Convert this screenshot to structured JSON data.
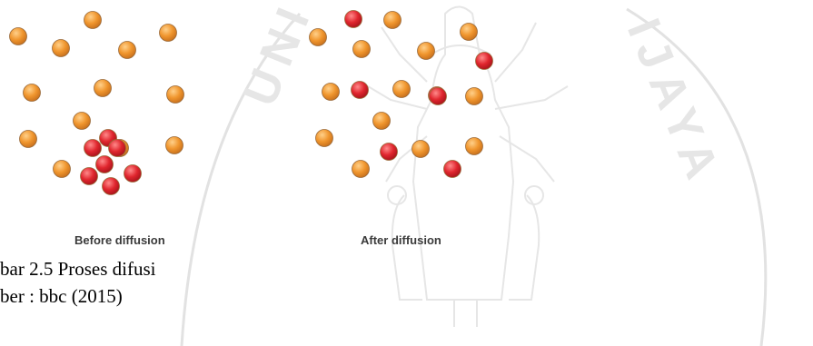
{
  "panels": [
    {
      "label": "Before diffusion",
      "particles": [
        {
          "type": "solvent"
        },
        {
          "type": "solvent"
        },
        {
          "type": "solvent"
        },
        {
          "type": "solvent"
        },
        {
          "type": "solvent"
        },
        {
          "type": "solvent"
        },
        {
          "type": "solvent"
        },
        {
          "type": "solvent"
        },
        {
          "type": "solvent"
        },
        {
          "type": "solvent"
        },
        {
          "type": "solvent"
        },
        {
          "type": "solvent"
        },
        {
          "type": "solvent"
        },
        {
          "type": "solute"
        },
        {
          "type": "solute"
        },
        {
          "type": "solute"
        },
        {
          "type": "solute"
        },
        {
          "type": "solute"
        },
        {
          "type": "solute"
        },
        {
          "type": "solute"
        }
      ]
    },
    {
      "label": "After diffusion",
      "particles": [
        {
          "type": "solvent"
        },
        {
          "type": "solvent"
        },
        {
          "type": "solvent"
        },
        {
          "type": "solvent"
        },
        {
          "type": "solvent"
        },
        {
          "type": "solvent"
        },
        {
          "type": "solvent"
        },
        {
          "type": "solvent"
        },
        {
          "type": "solvent"
        },
        {
          "type": "solvent"
        },
        {
          "type": "solvent"
        },
        {
          "type": "solvent"
        },
        {
          "type": "solvent"
        },
        {
          "type": "solute"
        },
        {
          "type": "solute"
        },
        {
          "type": "solute"
        },
        {
          "type": "solute"
        },
        {
          "type": "solute"
        },
        {
          "type": "solute"
        },
        {
          "type": "solute"
        }
      ]
    }
  ],
  "caption": {
    "line1": "bar 2.5 Proses difusi",
    "line2": "ber : bbc (2015)"
  },
  "watermark": {
    "letters_left": "UNIV",
    "letters_right": "IJAYA"
  },
  "colors": {
    "solvent": "#f0962e",
    "solute": "#e0262e",
    "particle_outline": "#9a6a3a",
    "watermark": "#e2e2e2"
  }
}
